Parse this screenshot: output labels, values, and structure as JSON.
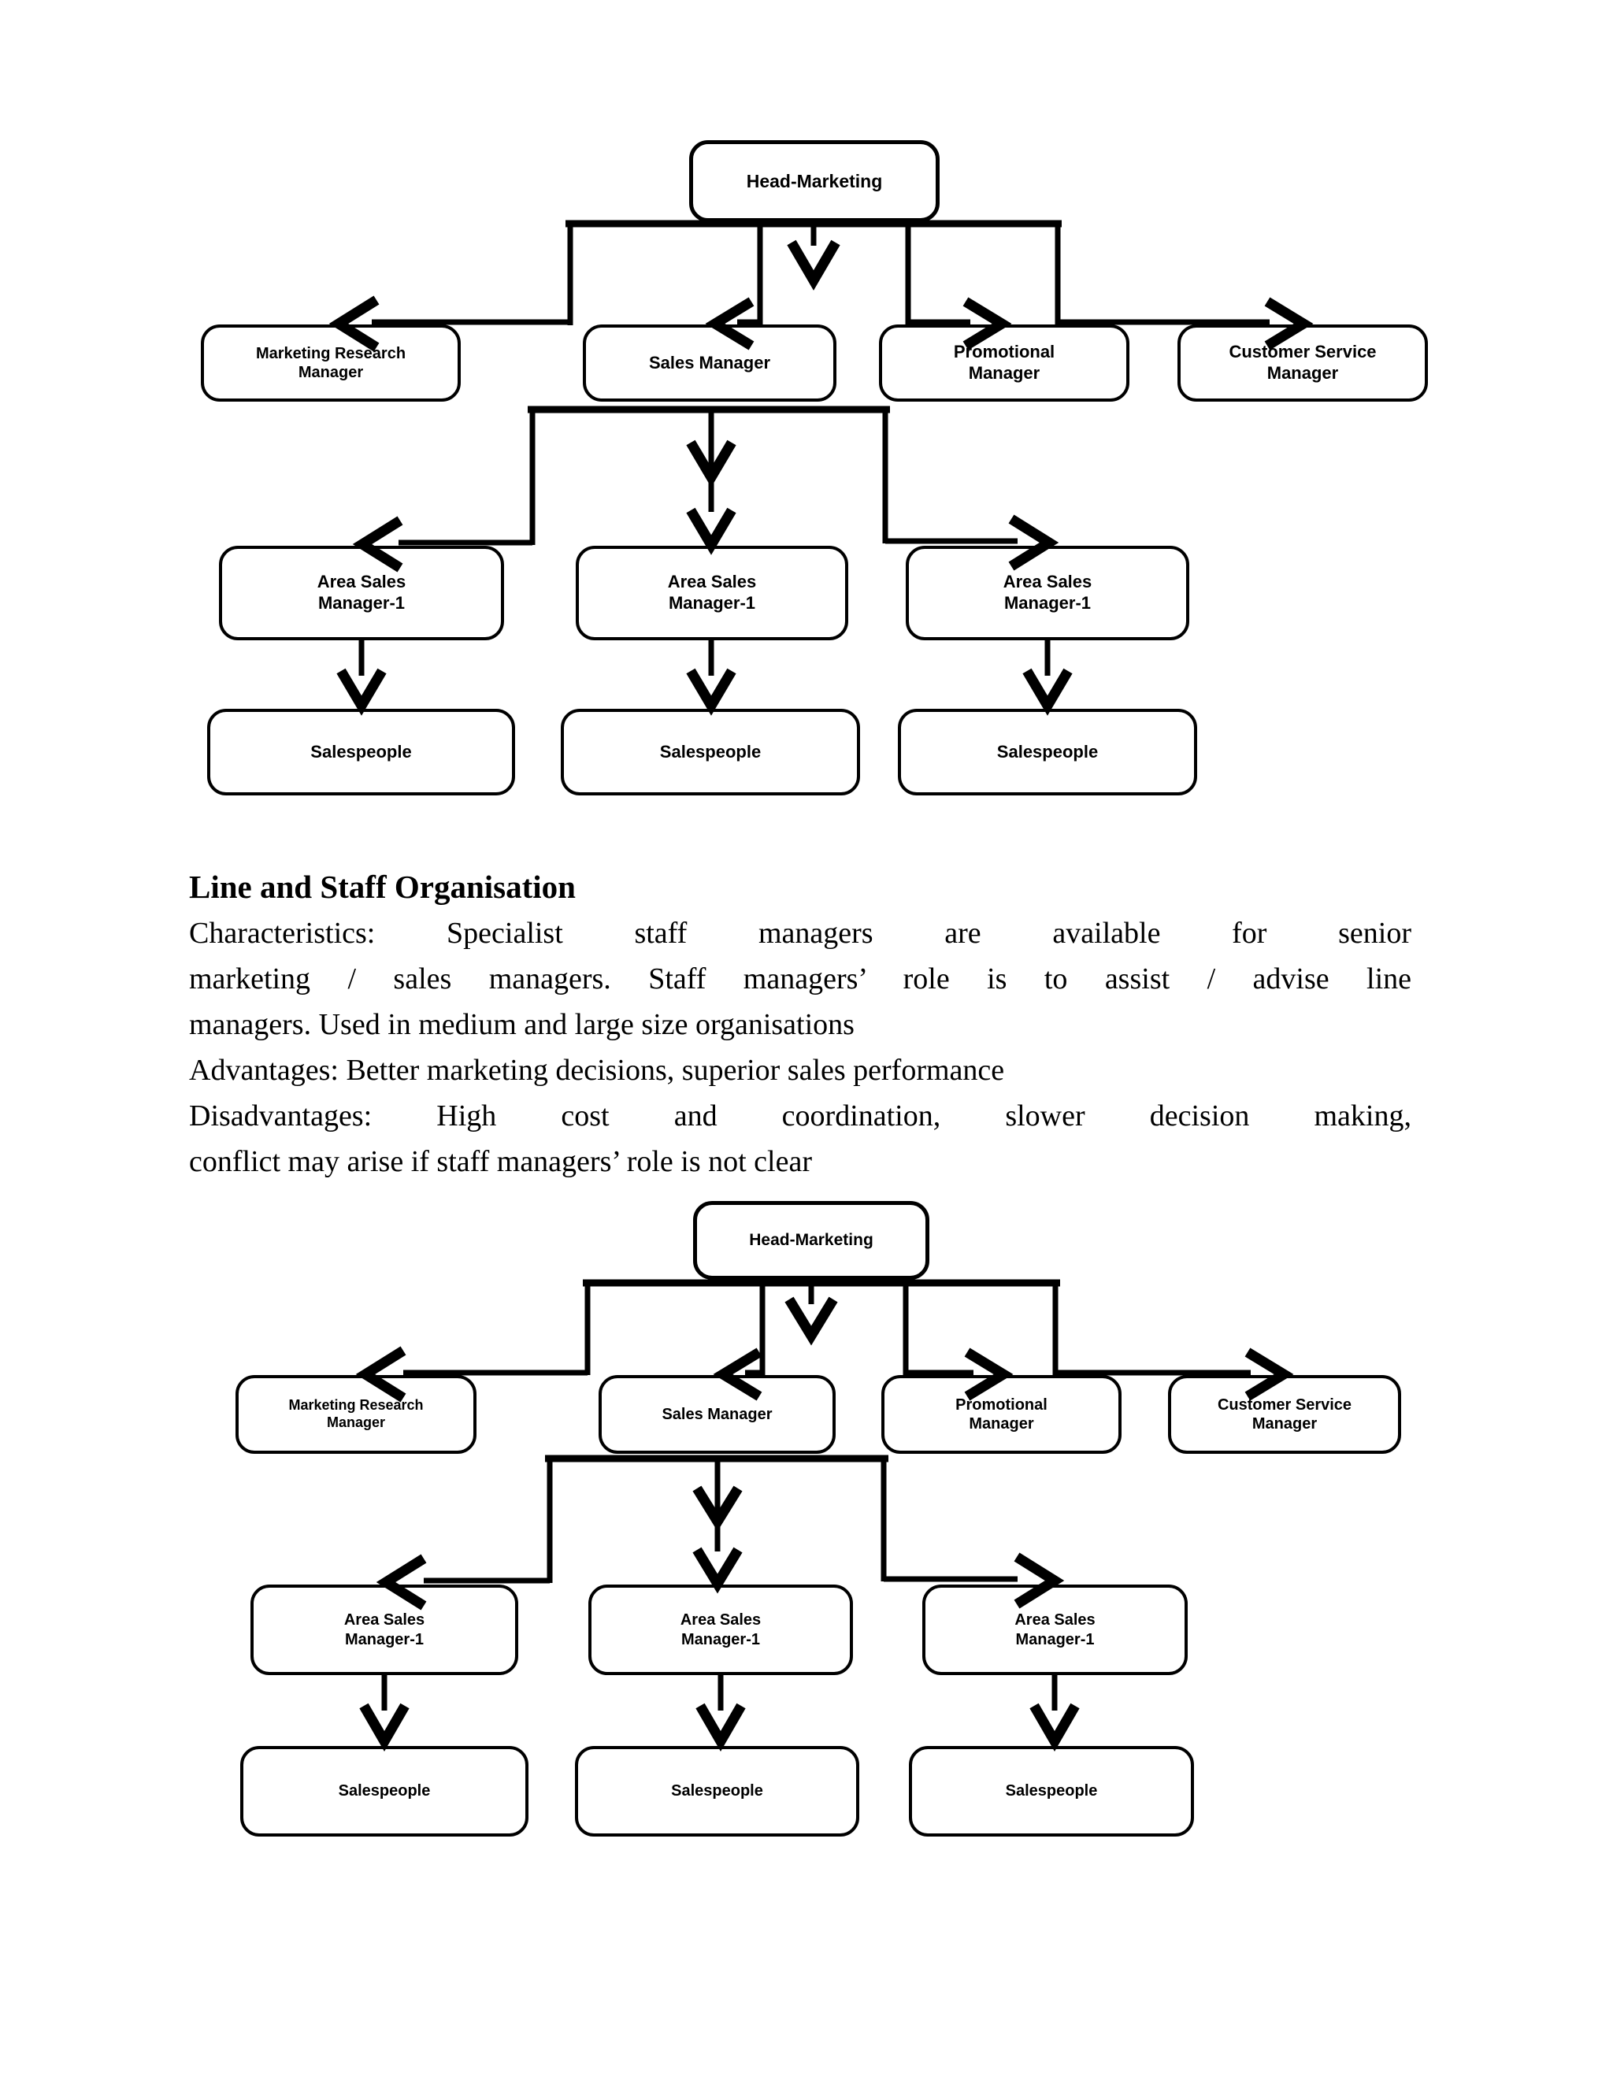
{
  "colors": {
    "ink": "#000000",
    "paper": "#ffffff"
  },
  "org_chart": {
    "head": "Head-Marketing",
    "level2": [
      "Marketing Research\nManager",
      "Sales Manager",
      "Promotional\nManager",
      "Customer Service\nManager"
    ],
    "level3": [
      "Area Sales\nManager-1",
      "Area Sales\nManager-1",
      "Area Sales\nManager-1"
    ],
    "level4": [
      "Salespeople",
      "Salespeople",
      "Salespeople"
    ]
  },
  "section": {
    "heading": "Line and Staff Organisation",
    "lines": [
      "Characteristics: Specialist staff managers are available for senior",
      "marketing / sales managers. Staff managers’ role is to assist / advise line",
      "managers. Used in medium and large size organisations",
      "Advantages: Better marketing decisions, superior sales performance",
      "Disadvantages: High cost and coordination, slower decision making,",
      "conflict may arise if staff managers’ role is not clear"
    ]
  }
}
